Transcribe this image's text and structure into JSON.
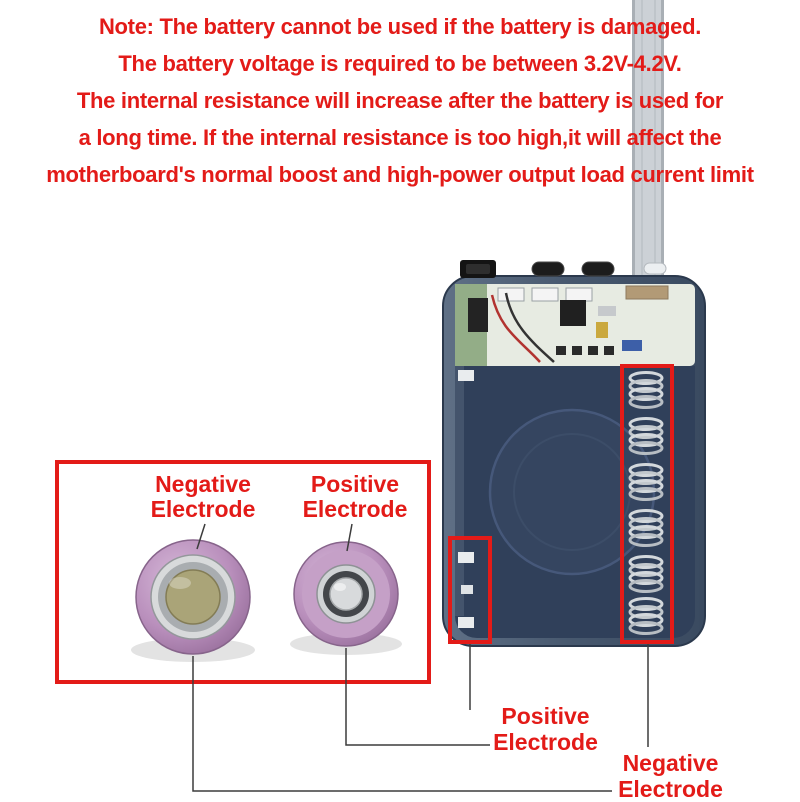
{
  "note": {
    "lines": [
      "Note: The battery cannot be used if the battery is damaged.",
      "The battery voltage is required to be between 3.2V-4.2V.",
      "The internal resistance will increase after the battery is used for",
      "a long time. If the internal resistance is too high,it will affect the",
      "motherboard's normal boost and high-power output load current limit"
    ]
  },
  "callout": {
    "negative": {
      "line1": "Negative",
      "line2": "Electrode"
    },
    "positive": {
      "line1": "Positive",
      "line2": "Electrode"
    }
  },
  "bottom_labels": {
    "positive": {
      "line1": "Positive",
      "line2": "Electrode"
    },
    "negative": {
      "line1": "Negative",
      "line2": "Electrode"
    }
  },
  "colors": {
    "accent_red": "#e31b18",
    "battery_wrapper_purple": "#b98fbc",
    "case_blue": "#42526b",
    "ribbon_gray": "#ccd1d6",
    "pcb_white": "#e7ebe2",
    "spring_silver": "#d3d8dc"
  }
}
